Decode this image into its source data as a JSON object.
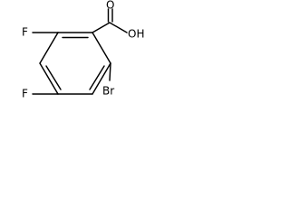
{
  "diagram": {
    "type": "chemical-structure",
    "atoms": {
      "carbonyl_oxygen": "O",
      "hydroxyl": "OH",
      "bromine": "Br",
      "fluorine_top": "F",
      "fluorine_bottom": "F"
    },
    "colors": {
      "ink": "#000000",
      "background": "#ffffff"
    }
  }
}
